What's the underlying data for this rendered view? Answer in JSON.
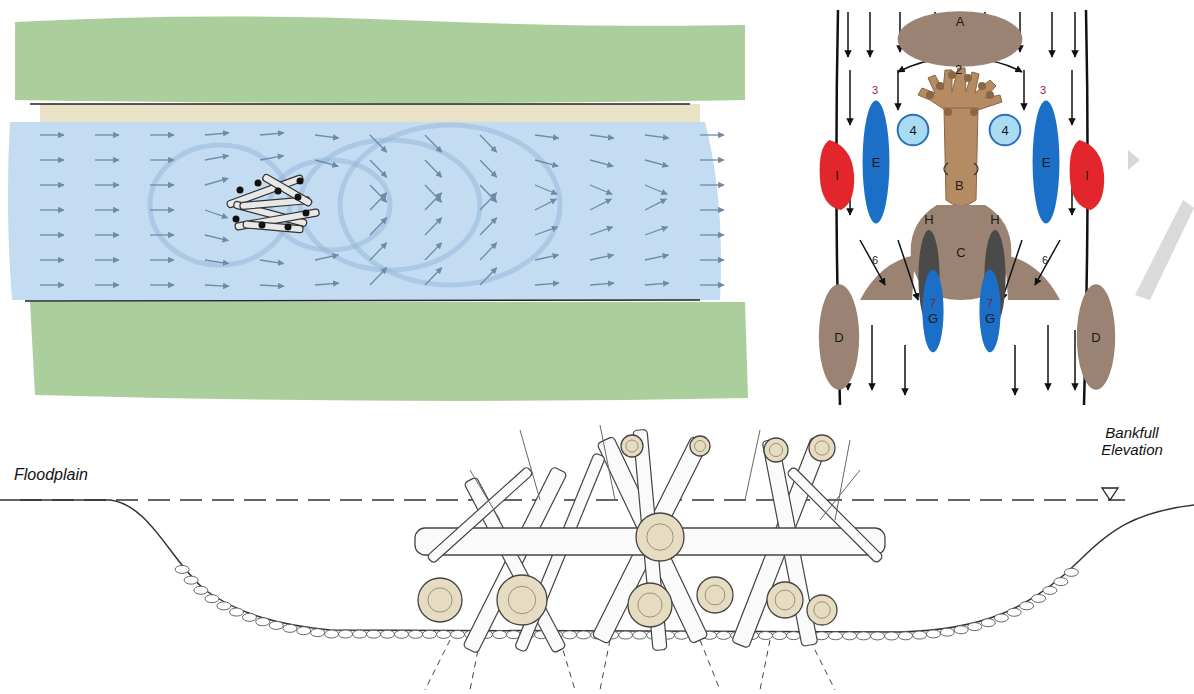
{
  "diagram": {
    "nodes": [
      {
        "text": [
          "A"
        ]
      },
      {
        "text": [
          "I"
        ]
      },
      {
        "text": [
          "I"
        ]
      },
      {
        "text": [
          "4"
        ]
      },
      {
        "text": [
          "4"
        ]
      },
      {
        "text": [
          "E"
        ]
      },
      {
        "text": [
          "E"
        ]
      },
      {
        "text": [
          "C"
        ]
      },
      {
        "text": [
          "H"
        ]
      },
      {
        "text": [
          "H"
        ]
      },
      {
        "text": [
          "7",
          "G"
        ]
      },
      {
        "text": [
          "7",
          "G"
        ]
      },
      {
        "text": [
          "D"
        ]
      },
      {
        "text": [
          "D"
        ]
      }
    ],
    "labels": [
      "2",
      "3",
      "3",
      "B",
      "6",
      "6",
      "Floodplain",
      "Bankfull Elevation"
    ]
  }
}
